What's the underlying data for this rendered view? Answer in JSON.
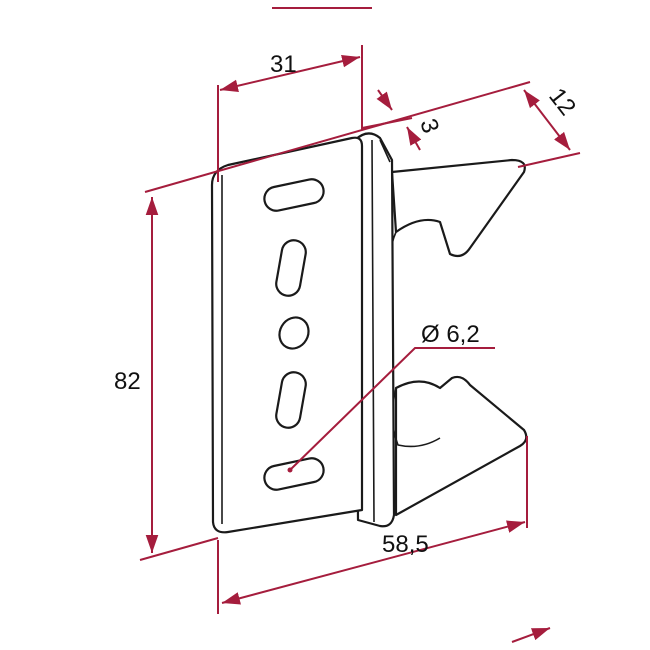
{
  "colors": {
    "dimension": "#a51d3d",
    "outline": "#1a1a1a"
  },
  "dimensions": {
    "width": "31",
    "thickness": "3",
    "depth": "12",
    "height": "82",
    "hole_diameter": "Ø 6,2",
    "overall_length": "58,5"
  }
}
